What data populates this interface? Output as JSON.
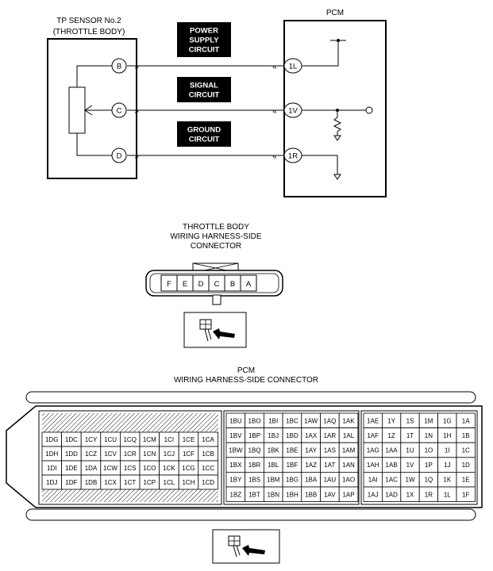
{
  "sensor": {
    "title_line1": "TP SENSOR No.2",
    "title_line2": "(THROTTLE BODY)",
    "terminals": [
      "B",
      "C",
      "D"
    ]
  },
  "pcm": {
    "title": "PCM",
    "terminals": [
      "1L",
      "1V",
      "1R"
    ]
  },
  "circuits": [
    {
      "lines": [
        "POWER",
        "SUPPLY",
        "CIRCUIT"
      ]
    },
    {
      "lines": [
        "SIGNAL",
        "CIRCUIT"
      ]
    },
    {
      "lines": [
        "GROUND",
        "CIRCUIT"
      ]
    }
  ],
  "throttle_connector": {
    "title_lines": [
      "THROTTLE BODY",
      "WIRING HARNESS-SIDE",
      "CONNECTOR"
    ],
    "pins": [
      "F",
      "E",
      "D",
      "C",
      "B",
      "A"
    ]
  },
  "pcm_connector": {
    "title_lines": [
      "PCM",
      "WIRING HARNESS-SIDE CONNECTOR"
    ],
    "block1": [
      [
        "1DG",
        "1DC",
        "1CY",
        "1CU",
        "1CQ",
        "1CM",
        "1CI",
        "1CE",
        "1CA"
      ],
      [
        "1DH",
        "1DD",
        "1CZ",
        "1CV",
        "1CR",
        "1CN",
        "1CJ",
        "1CF",
        "1CB"
      ],
      [
        "1DI",
        "1DE",
        "1DA",
        "1CW",
        "1CS",
        "1CO",
        "1CK",
        "1CG",
        "1CC"
      ],
      [
        "1DJ",
        "1DF",
        "1DB",
        "1CX",
        "1CT",
        "1CP",
        "1CL",
        "1CH",
        "1CD"
      ]
    ],
    "block2": [
      [
        "1BU",
        "1BO",
        "1BI",
        "1BC",
        "1AW",
        "1AQ",
        "1AK"
      ],
      [
        "1BV",
        "1BP",
        "1BJ",
        "1BD",
        "1AX",
        "1AR",
        "1AL"
      ],
      [
        "1BW",
        "1BQ",
        "1BK",
        "1BE",
        "1AY",
        "1AS",
        "1AM"
      ],
      [
        "1BX",
        "1BR",
        "1BL",
        "1BF",
        "1AZ",
        "1AT",
        "1AN"
      ],
      [
        "1BY",
        "1BS",
        "1BM",
        "1BG",
        "1BA",
        "1AU",
        "1AO"
      ],
      [
        "1BZ",
        "1BT",
        "1BN",
        "1BH",
        "1BB",
        "1AV",
        "1AP"
      ]
    ],
    "block3": [
      [
        "1AE",
        "1Y",
        "1S",
        "1M",
        "1G",
        "1A"
      ],
      [
        "1AF",
        "1Z",
        "1T",
        "1N",
        "1H",
        "1B"
      ],
      [
        "1AG",
        "1AA",
        "1U",
        "1O",
        "1I",
        "1C"
      ],
      [
        "1AH",
        "1AB",
        "1V",
        "1P",
        "1J",
        "1D"
      ],
      [
        "1AI",
        "1AC",
        "1W",
        "1Q",
        "1K",
        "1E"
      ],
      [
        "1AJ",
        "1AD",
        "1X",
        "1R",
        "1L",
        "1F"
      ]
    ]
  }
}
